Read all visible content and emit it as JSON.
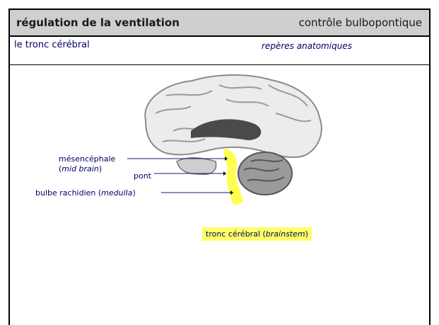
{
  "header": {
    "title": "régulation de la ventilation",
    "right": "contrôle bulbopontique"
  },
  "subheader": {
    "title": "le tronc cérébral",
    "right": "repères anatomiques"
  },
  "labels": {
    "mesencephale": "mésencéphale",
    "mesencephale_open": "(",
    "mesencephale_en": "mid brain",
    "mesencephale_close": ")",
    "pont": "pont",
    "bulbe": "bulbe rachidien (",
    "bulbe_en": "medulla",
    "bulbe_close": ")"
  },
  "caption": {
    "text": "tronc cérébral (",
    "en": "brainstem",
    "close": ")"
  },
  "colors": {
    "header_bg": "#cfcfcf",
    "highlight": "#ffff66",
    "text_navy": "#000066"
  }
}
